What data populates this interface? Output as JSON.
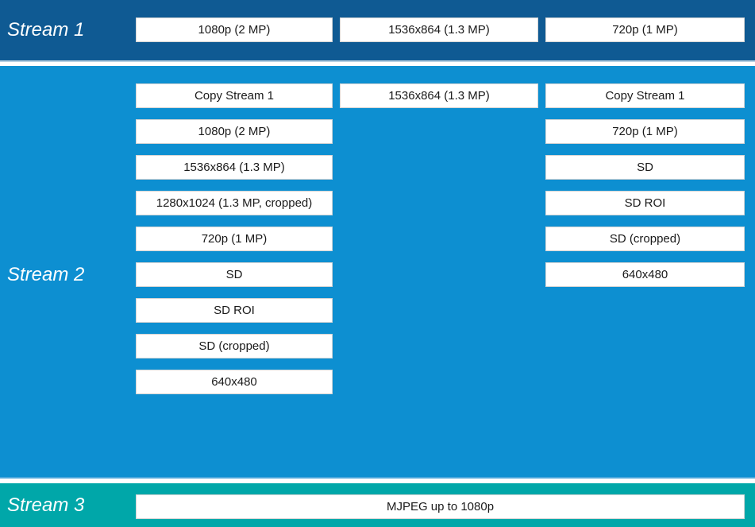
{
  "colors": {
    "stream1_band": "#0f5a93",
    "stream2_band": "#0d8fd1",
    "stream3_band": "#00a7a9",
    "box_background": "#ffffff",
    "box_border": "#d4d4d4",
    "box_text": "#1a1a1a",
    "label_text": "#ffffff"
  },
  "streams": [
    {
      "label": "Stream 1",
      "boxes": [
        "1080p (2 MP)",
        "1536x864 (1.3 MP)",
        "720p (1 MP)"
      ]
    },
    {
      "label": "Stream 2",
      "columns": {
        "left": [
          "Copy Stream 1",
          "1080p (2 MP)",
          "1536x864 (1.3 MP)",
          "1280x1024 (1.3 MP, cropped)",
          "720p (1 MP)",
          "SD",
          "SD ROI",
          "SD (cropped)",
          "640x480"
        ],
        "middle": [
          "1536x864 (1.3 MP)"
        ],
        "right": [
          "Copy Stream 1",
          "720p (1 MP)",
          "SD",
          "SD ROI",
          "SD (cropped)",
          "640x480"
        ]
      }
    },
    {
      "label": "Stream 3",
      "boxes": [
        "MJPEG up to 1080p"
      ]
    }
  ]
}
